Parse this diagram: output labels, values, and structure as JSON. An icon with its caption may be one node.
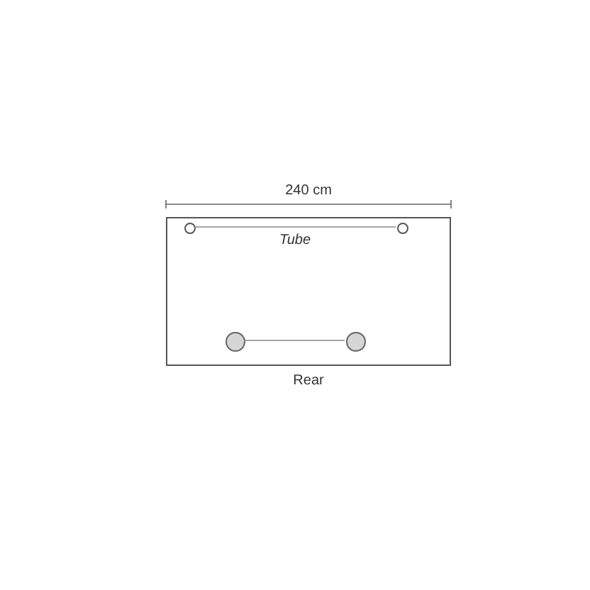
{
  "diagram": {
    "nodes": [
      {
        "text": [],
        "shape": "box",
        "beside": [
          "Rear"
        ]
      },
      {
        "text": [],
        "shape": "circle",
        "in": 0
      },
      {
        "text": [],
        "shape": "circle",
        "in": 0
      },
      {
        "text": [],
        "shape": "circle",
        "in": 0
      },
      {
        "text": [],
        "shape": "circle",
        "in": 0
      }
    ],
    "edges": [
      {
        "from": 1,
        "to": 2,
        "arrow": "none",
        "label": "Tube"
      },
      {
        "from": 3,
        "to": 4,
        "arrow": "none"
      }
    ],
    "labels": [
      "240 cm"
    ]
  }
}
